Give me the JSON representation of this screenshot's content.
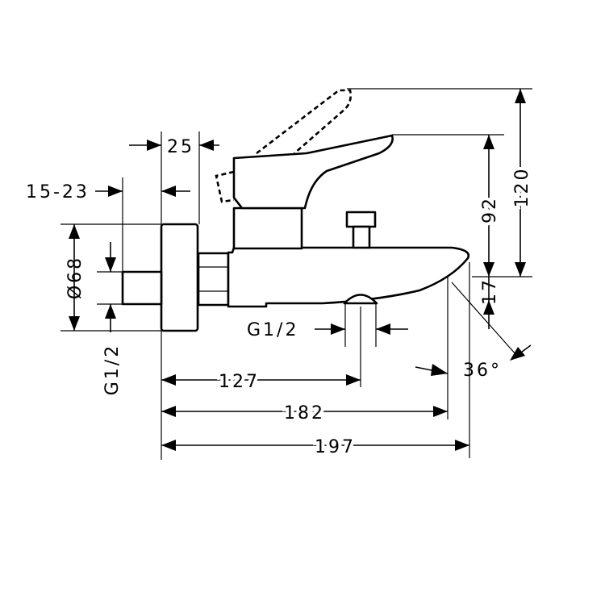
{
  "dimensions": {
    "dim_25": "25",
    "dim_15_23": "15-23",
    "dim_d68": "Ø68",
    "dim_g12_left": "G1/2",
    "dim_g12_spout": "G1/2",
    "dim_127": "127",
    "dim_182": "182",
    "dim_197": "197",
    "dim_92": "92",
    "dim_120": "120",
    "dim_17": "17",
    "dim_36": "36°"
  }
}
